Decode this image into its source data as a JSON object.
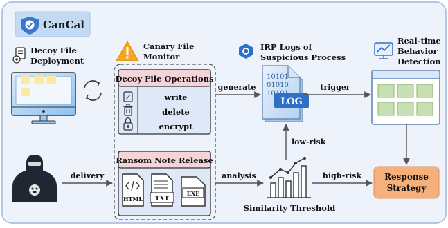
{
  "brand": {
    "name": "CanCal"
  },
  "sections": {
    "decoy_deployment": {
      "line1": "Decoy File",
      "line2": "Deployment"
    },
    "canary_monitor": {
      "line1": "Canary File",
      "line2": "Monitor"
    },
    "irp_logs": {
      "line1": "IRP Logs of",
      "line2": "Suspicious Process"
    },
    "realtime": {
      "line1": "Real-time",
      "line2": "Behavior",
      "line3": "Detection"
    }
  },
  "decoy_ops": {
    "title": "Decoy File Operations",
    "items": [
      "write",
      "delete",
      "encrypt"
    ]
  },
  "ransom_note": {
    "title": "Ransom Note Release",
    "file_types": [
      "HTML",
      "TXT",
      "EXE"
    ]
  },
  "log_badge": "LOG",
  "log_bits": [
    "10101",
    "01010",
    "10101"
  ],
  "arrows": {
    "generate": "generate",
    "trigger": "trigger",
    "delivery": "delivery",
    "analysis": "analysis",
    "low_risk": "low-risk",
    "high_risk": "high-risk"
  },
  "similarity_label": "Similarity Threshold",
  "response": {
    "line1": "Response",
    "line2": "Strategy"
  },
  "colors": {
    "panel_bg": "#eef3fb",
    "accent_blue": "#4d86d6",
    "response_fill": "#f6b07c",
    "detect_green": "#c6e0b4",
    "warning_orange": "#f5a623"
  }
}
